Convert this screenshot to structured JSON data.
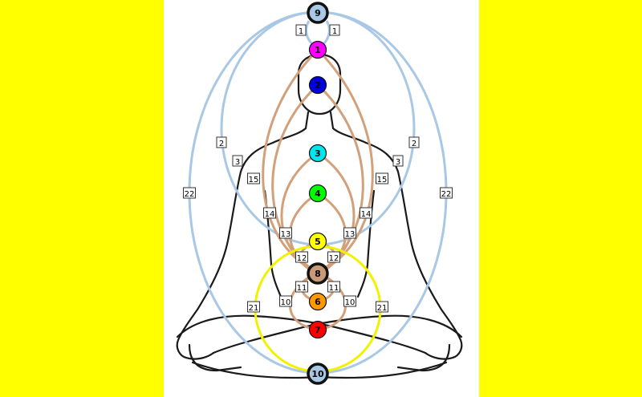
{
  "colors": {
    "background": "#ffff00",
    "panel": "#ffffff",
    "outer_arc": "#a9c8e6",
    "inner_arc": "#d2a07a",
    "circle_21": "#f2f200",
    "figure": "#1a1a1a"
  },
  "nodes": [
    {
      "id": "node-9",
      "label": "9",
      "fill": "#a9c8e6",
      "border": "heavy"
    },
    {
      "id": "node-1",
      "label": "1",
      "fill": "#ff00ff",
      "border": "normal"
    },
    {
      "id": "node-2",
      "label": "2",
      "fill": "#0000dd",
      "border": "normal"
    },
    {
      "id": "node-3",
      "label": "3",
      "fill": "#00e5ee",
      "border": "normal"
    },
    {
      "id": "node-4",
      "label": "4",
      "fill": "#00ff00",
      "border": "normal"
    },
    {
      "id": "node-5",
      "label": "5",
      "fill": "#ffff00",
      "border": "normal"
    },
    {
      "id": "node-8",
      "label": "8",
      "fill": "#c89a78",
      "border": "heavy"
    },
    {
      "id": "node-6",
      "label": "6",
      "fill": "#ff9900",
      "border": "normal"
    },
    {
      "id": "node-7",
      "label": "7",
      "fill": "#ff0000",
      "border": "normal"
    },
    {
      "id": "node-10",
      "label": "10",
      "fill": "#a9c8e6",
      "border": "heavy"
    }
  ],
  "edge_labels": [
    {
      "text": "1"
    },
    {
      "text": "1"
    },
    {
      "text": "2"
    },
    {
      "text": "2"
    },
    {
      "text": "3"
    },
    {
      "text": "3"
    },
    {
      "text": "22"
    },
    {
      "text": "22"
    },
    {
      "text": "15"
    },
    {
      "text": "15"
    },
    {
      "text": "14"
    },
    {
      "text": "14"
    },
    {
      "text": "13"
    },
    {
      "text": "13"
    },
    {
      "text": "12"
    },
    {
      "text": "12"
    },
    {
      "text": "11"
    },
    {
      "text": "11"
    },
    {
      "text": "10"
    },
    {
      "text": "10"
    },
    {
      "text": "21"
    },
    {
      "text": "21"
    }
  ]
}
